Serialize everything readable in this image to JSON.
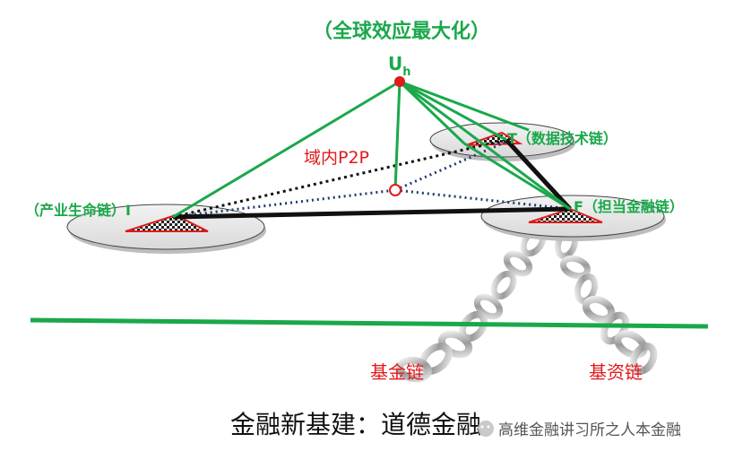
{
  "title": "（全球效应最大化）",
  "node_uh": {
    "label_main": "U",
    "label_sub": "h"
  },
  "p2p_label": "域内P2P",
  "disk_data": {
    "label": "T（数据技术链）"
  },
  "disk_industry": {
    "label": "（产业生命链）I"
  },
  "disk_finance": {
    "label": "F（担当金融链）"
  },
  "chain_fund": "基金链",
  "chain_asset": "基资链",
  "bottom_title": "金融新基建：道德金融",
  "watermark": "高维金融讲习所之人本金融",
  "colors": {
    "green": "#1aa84b",
    "red": "#e01a1a",
    "black": "#111111",
    "navy": "#1f3a6e"
  }
}
